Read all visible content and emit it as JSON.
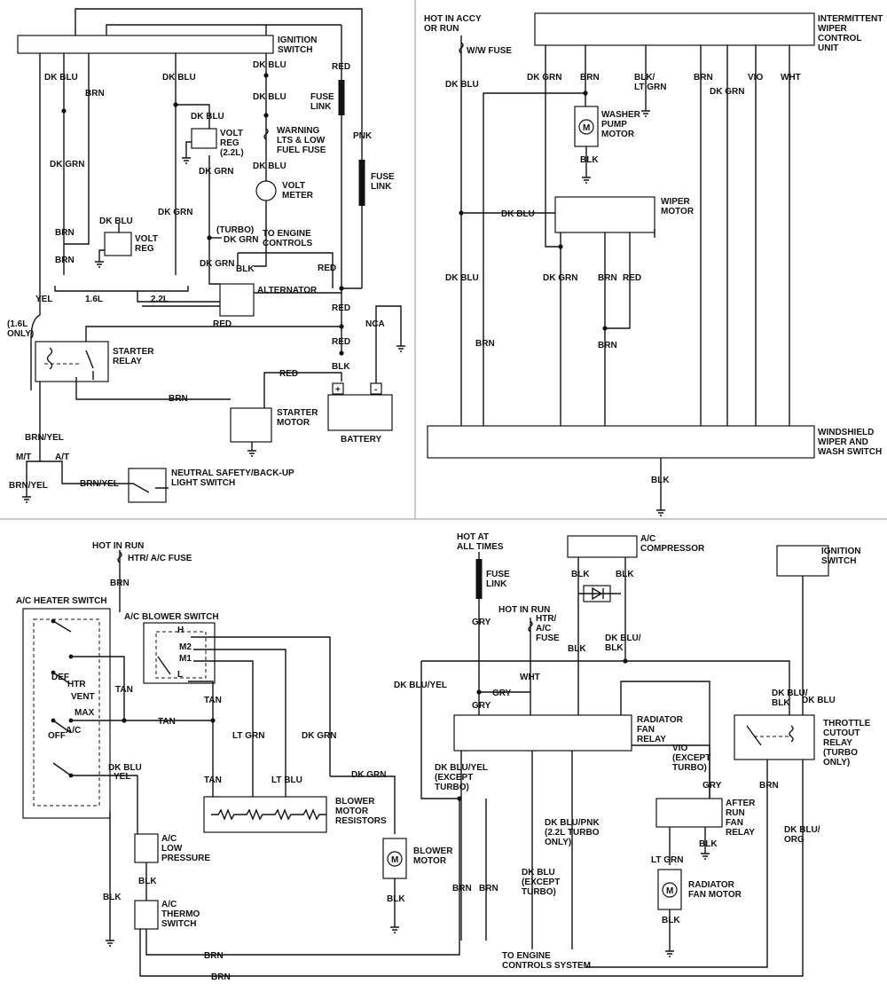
{
  "q1": {
    "ignition_switch": "IGNITION\nSWITCH",
    "dk_blu": "DK BLU",
    "brn": "BRN",
    "dk_grn": "DK GRN",
    "red": "RED",
    "pnk": "PNK",
    "yel": "YEL",
    "blk": "BLK",
    "fuse_link": "FUSE\nLINK",
    "warning_fuse": "WARNING\nLTS & LOW\nFUEL FUSE",
    "volt_meter": "VOLT\nMETER",
    "volt_reg_22": "VOLT\nREG\n(2.2L)",
    "volt_reg": "VOLT\nREG",
    "turbo": "(TURBO)",
    "to_engine_controls": "TO ENGINE\nCONTROLS",
    "alternator": "ALTERNATOR",
    "l16": "1.6L",
    "l22": "2.2L",
    "only_16": "(1.6L\nONLY)",
    "starter_relay": "STARTER\nRELAY",
    "starter_motor": "STARTER\nMOTOR",
    "battery": "BATTERY",
    "nca": "NCA",
    "brn_yel": "BRN/YEL",
    "mt": "M/T",
    "at": "A/T",
    "neutral_switch": "NEUTRAL SAFETY/BACK-UP\nLIGHT SWITCH",
    "plus": "+",
    "minus": "-"
  },
  "q2": {
    "hot_accy": "HOT IN ACCY\nOR RUN",
    "ww_fuse": "W/W FUSE",
    "dk_blu": "DK BLU",
    "dk_grn": "DK GRN",
    "brn": "BRN",
    "blk_lt_grn": "BLK/\nLT GRN",
    "vio": "VIO",
    "wht": "WHT",
    "red": "RED",
    "blk": "BLK",
    "intermittent": "INTERMITTENT\nWIPER\nCONTROL\nUNIT",
    "washer_pump": "WASHER\nPUMP\nMOTOR",
    "wiper_motor": "WIPER\nMOTOR",
    "wiper_switch": "WINDSHIELD\nWIPER AND\nWASH SWITCH"
  },
  "q3": {
    "hot_in_run": "HOT IN RUN",
    "htr_ac_fuse": "HTR/ A/C FUSE",
    "brn": "BRN",
    "ac_heater_switch": "A/C HEATER SWITCH",
    "ac_blower_switch": "A/C BLOWER SWITCH",
    "h": "H",
    "m2": "M2",
    "m1": "M1",
    "l": "L",
    "def": "DEF",
    "htr": "HTR",
    "vent": "VENT",
    "max": "MAX",
    "off": "OFF",
    "ac": "A/C",
    "tan": "TAN",
    "lt_grn": "LT GRN",
    "dk_grn": "DK GRN",
    "lt_blu": "LT BLU",
    "dk_blu": "DK BLU",
    "yel": "YEL",
    "blk": "BLK",
    "blower_resistors": "BLOWER\nMOTOR\nRESISTORS",
    "blower_motor": "BLOWER\nMOTOR",
    "ac_low_pressure": "A/C\nLOW\nPRESSURE",
    "ac_thermo": "A/C\nTHERMO\nSWITCH"
  },
  "q4": {
    "hot_all_times": "HOT AT\nALL TIMES",
    "fuse_link": "FUSE\nLINK",
    "ac_compressor": "A/C\nCOMPRESSOR",
    "ignition_switch": "IGNITION\nSWITCH",
    "hot_in_run": "HOT IN RUN",
    "htr_ac_fuse": "HTR/\nA/C\nFUSE",
    "gry": "GRY",
    "blk": "BLK",
    "dk_blu_blk": "DK BLU/\nBLK",
    "dk_blu_yel": "DK BLU/YEL",
    "wht": "WHT",
    "dk_blu": "DK BLU",
    "radiator_fan_relay": "RADIATOR\nFAN\nRELAY",
    "vio_except": "VIO\n(EXCEPT\nTURBO)",
    "throttle_relay": "THROTTLE\nCUTOUT\nRELAY\n(TURBO\nONLY)",
    "dk_blu_yel_except": "DK BLU/YEL\n(EXCEPT\nTURBO)",
    "dk_blu_pnk": "DK BLU/PNK\n(2.2L TURBO\nONLY)",
    "dk_blu_except": "DK BLU\n(EXCEPT\nTURBO)",
    "after_run_relay": "AFTER\nRUN\nFAN\nRELAY",
    "lt_grn": "LT GRN",
    "radiator_fan_motor": "RADIATOR\nFAN MOTOR",
    "brn": "BRN",
    "dk_blu_org": "DK BLU/\nORG",
    "to_engine_controls": "TO ENGINE\nCONTROLS SYSTEM"
  }
}
